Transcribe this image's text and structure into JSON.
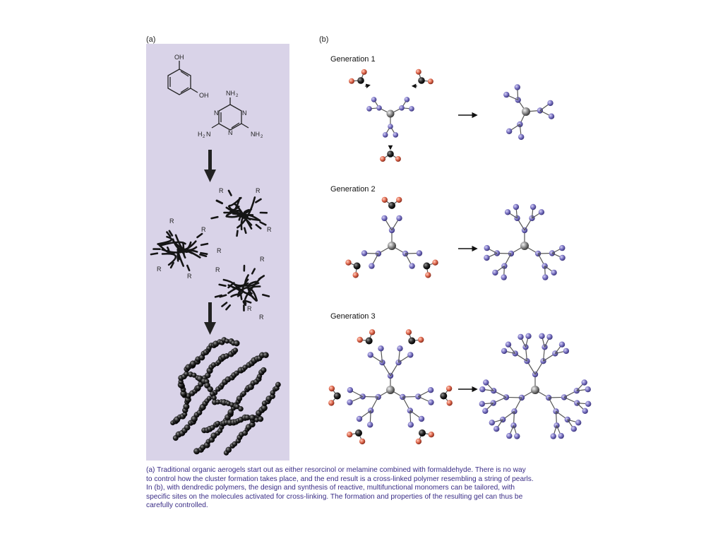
{
  "panel_a": {
    "label": "(a)",
    "resorcinol": {
      "oh_top": "OH",
      "oh_bottom": "OH"
    },
    "melamine": {
      "nh2_top": "NH",
      "nh2_left": "H",
      "nh2_right": "NH",
      "n": "N",
      "sub2": "2"
    },
    "r_label": "R"
  },
  "panel_b": {
    "label": "(b)",
    "generations": [
      {
        "label": "Generation 1"
      },
      {
        "label": "Generation 2"
      },
      {
        "label": "Generation 3"
      }
    ]
  },
  "caption": {
    "line1": "(a) Traditional organic aerogels start out as either resorcinol or melamine combined with formaldehyde. There is no way",
    "line2": "to control how the cluster formation takes place, and the end result is a cross-linked polymer resembling a string of pearls.",
    "line3": "In (b), with dendredic polymers, the design and synthesis of reactive, multifunctional monomers can be tailored, with",
    "line4": "specific sites on the molecules activated for cross-linking. The formation and properties of the resulting gel can thus be",
    "line5": "carefully controlled."
  },
  "colors": {
    "panel_bg": "#d9d3e8",
    "purple_atom": "#7b74c4",
    "red_atom": "#e06a4f",
    "core_atom": "#8d8d8d",
    "dark_atom": "#2b2b2b",
    "caption": "#3a2d86"
  }
}
